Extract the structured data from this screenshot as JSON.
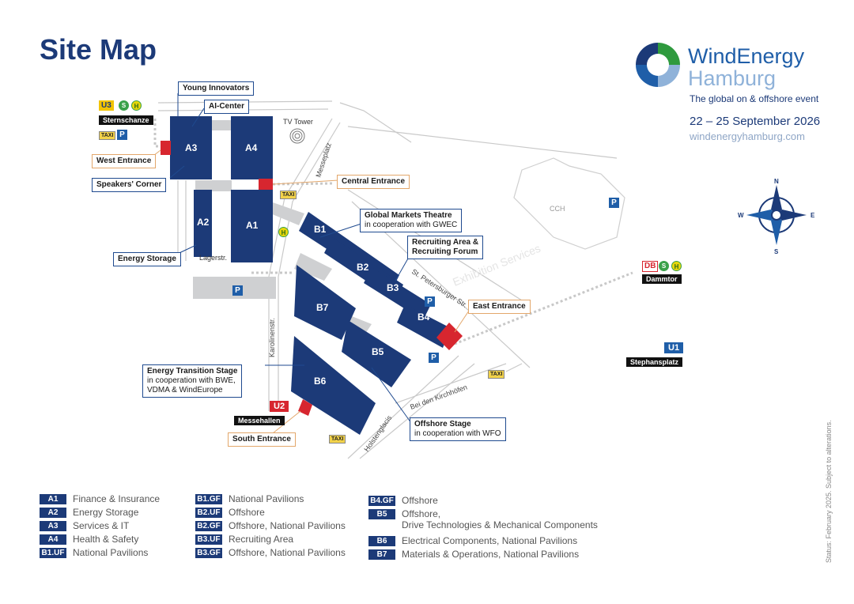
{
  "title": "Site Map",
  "brand": {
    "name_line1": "WindEnergy",
    "name_line2": "Hamburg",
    "tagline": "The global on & offshore event",
    "dates": "22 – 25 September 2026",
    "website": "windenergyhamburg.com"
  },
  "halls": [
    {
      "id": "A1"
    },
    {
      "id": "A2"
    },
    {
      "id": "A3"
    },
    {
      "id": "A4"
    },
    {
      "id": "B1"
    },
    {
      "id": "B2"
    },
    {
      "id": "B3"
    },
    {
      "id": "B4"
    },
    {
      "id": "B5"
    },
    {
      "id": "B6"
    },
    {
      "id": "B7"
    }
  ],
  "callouts": {
    "young_innovators": "Young Innovators",
    "ai_center": "AI-Center",
    "west_entrance": "West Entrance",
    "speakers_corner": "Speakers' Corner",
    "central_entrance": "Central Entrance",
    "energy_storage": "Energy Storage",
    "global_markets_title": "Global Markets Theatre",
    "global_markets_sub": "in cooperation with GWEC",
    "recruiting_line1": "Recruiting Area &",
    "recruiting_line2": "Recruiting Forum",
    "east_entrance": "East Entrance",
    "energy_transition_title": "Energy Transition Stage",
    "energy_transition_sub1": "in cooperation with BWE,",
    "energy_transition_sub2": "VDMA & WindEurope",
    "offshore_stage_title": "Offshore Stage",
    "offshore_stage_sub": "in cooperation with WFO",
    "south_entrance": "South Entrance"
  },
  "stations": {
    "sternschanze": "Sternschanze",
    "dammtor": "Dammtor",
    "stephansplatz": "Stephansplatz",
    "messehallen": "Messehallen"
  },
  "transit": {
    "u3": "U3",
    "u1": "U1",
    "u2": "U2",
    "db": "DB",
    "s": "S",
    "h": "H",
    "taxi": "TAXI",
    "parking": "P"
  },
  "streets": {
    "tv_tower": "TV Tower",
    "messeplatz": "Messeplatz",
    "cch": "CCH",
    "lagerstr": "Lagerstr.",
    "karolinenstr": "Karolinenstr.",
    "st_petersburger": "St. Petersburger Str.",
    "bei_den_kirchhoefen": "Bei den Kirchhöfen",
    "holstenglacis": "Holstenglacis",
    "exhibition_services": "Exhibition Services"
  },
  "compass": {
    "n": "N",
    "s": "S",
    "e": "E",
    "w": "W"
  },
  "legend": {
    "col1": [
      {
        "code": "A1",
        "desc": "Finance & Insurance"
      },
      {
        "code": "A2",
        "desc": "Energy Storage"
      },
      {
        "code": "A3",
        "desc": "Services & IT"
      },
      {
        "code": "A4",
        "desc": "Health & Safety"
      },
      {
        "code": "B1.UF",
        "desc": "National Pavilions"
      }
    ],
    "col2": [
      {
        "code": "B1.GF",
        "desc": "National Pavilions"
      },
      {
        "code": "B2.UF",
        "desc": "Offshore"
      },
      {
        "code": "B2.GF",
        "desc": "Offshore, National Pavilions"
      },
      {
        "code": "B3.UF",
        "desc": "Recruiting Area"
      },
      {
        "code": "B3.GF",
        "desc": "Offshore, National Pavilions"
      }
    ],
    "col3": [
      {
        "code": "B4.GF",
        "desc": "Offshore"
      },
      {
        "code": "B5",
        "desc": "Offshore,",
        "desc2": "Drive Technologies & Mechanical Components"
      },
      {
        "code": "B6",
        "desc": "Electrical Components, National Pavilions"
      },
      {
        "code": "B7",
        "desc": "Materials & Operations, National Pavilions"
      }
    ]
  },
  "status": "Status: February 2025. Subject to alterations.",
  "colors": {
    "hall": "#1c3a78",
    "entrance": "#d7262f",
    "accent": "#1f5ea8",
    "callout_orange": "#e3a76b"
  }
}
